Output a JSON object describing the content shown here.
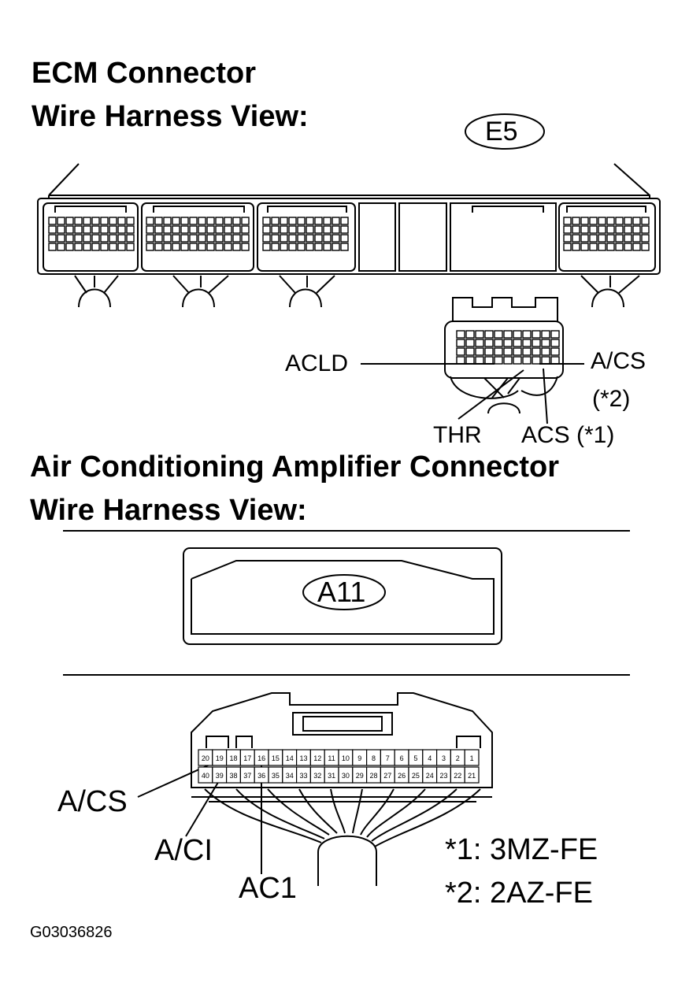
{
  "ecm": {
    "title": "ECM Connector",
    "view": "Wire Harness View:",
    "connector_code": "E5",
    "labels": {
      "acld": "ACLD",
      "acs_right": "A/CS",
      "acs_right_note": "(*2)",
      "thr": "THR",
      "acs_bottom": "ACS (*1)"
    }
  },
  "amp": {
    "title": "Air Conditioning Amplifier Connector",
    "view": "Wire Harness View:",
    "connector_code": "A11",
    "pins_top": [
      "20",
      "19",
      "18",
      "17",
      "16",
      "15",
      "14",
      "13",
      "12",
      "11",
      "10",
      "9",
      "8",
      "7",
      "6",
      "5",
      "4",
      "3",
      "2",
      "1"
    ],
    "pins_bottom": [
      "40",
      "39",
      "38",
      "37",
      "36",
      "35",
      "34",
      "33",
      "32",
      "31",
      "30",
      "29",
      "28",
      "27",
      "26",
      "25",
      "24",
      "23",
      "22",
      "21"
    ],
    "labels": {
      "acs": "A/CS",
      "aci": "A/CI",
      "ac1": "AC1"
    }
  },
  "notes": {
    "note1": "*1:  3MZ-FE",
    "note2": "*2:  2AZ-FE"
  },
  "figure_id": "G03036826"
}
